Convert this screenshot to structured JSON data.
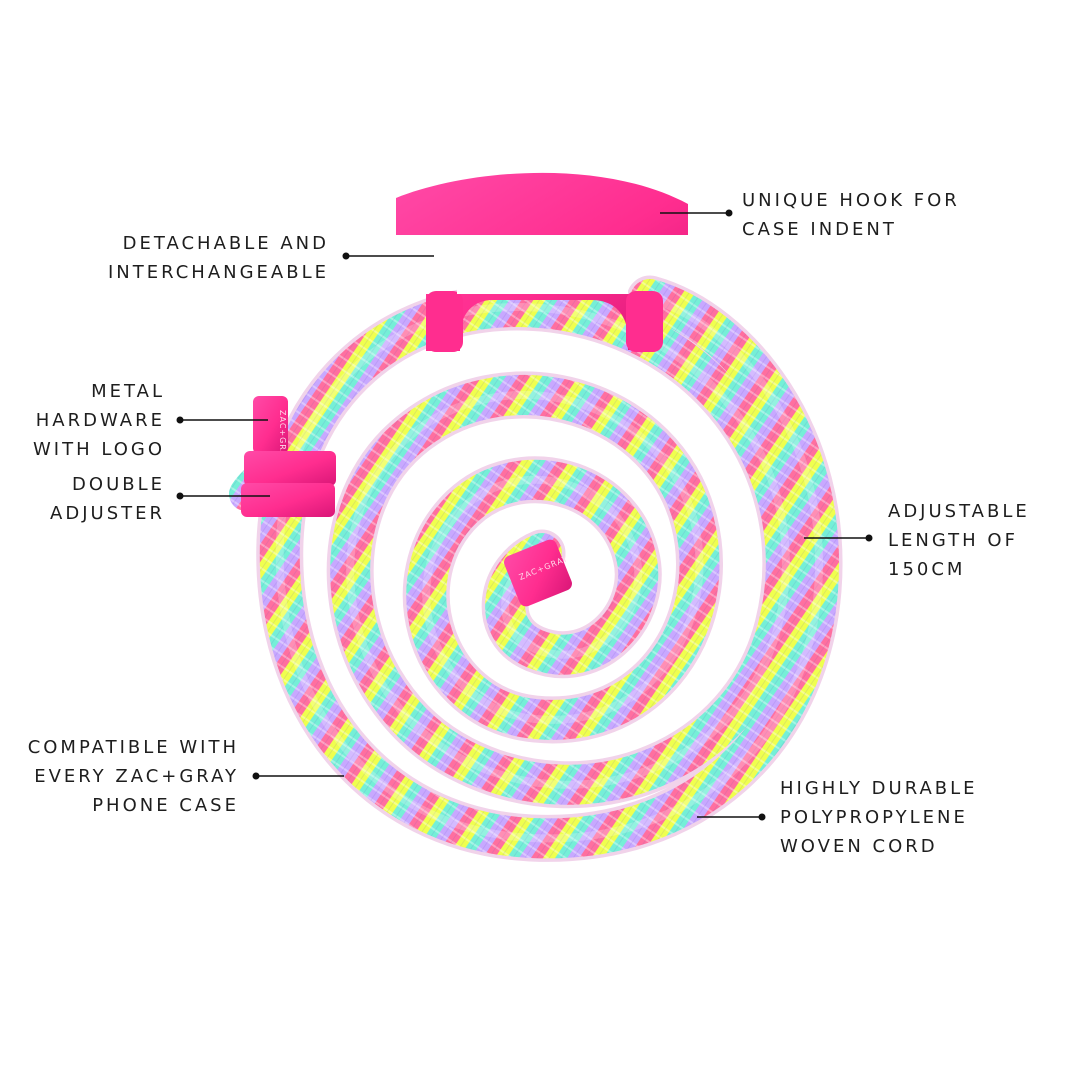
{
  "callouts": {
    "detachable": [
      "DETACHABLE AND",
      "INTERCHANGEABLE"
    ],
    "hook": [
      "UNIQUE HOOK FOR",
      "CASE INDENT"
    ],
    "metal": [
      "METAL",
      "HARDWARE",
      "WITH LOGO"
    ],
    "double": [
      "DOUBLE",
      "ADJUSTER"
    ],
    "adjustable": [
      "ADJUSTABLE",
      "LENGTH OF",
      "150CM"
    ],
    "compatible": [
      "COMPATIBLE WITH",
      "EVERY ZAC+GRAY",
      "PHONE CASE"
    ],
    "durable": [
      "HIGHLY DURABLE",
      "POLYPROPYLENE",
      "WOVEN CORD"
    ]
  },
  "brand_mark": "ZAC+GRAY",
  "colors": {
    "hardware_pink": "#ff2d8f",
    "cord_pink": "#ff6f9f",
    "cord_yellow": "#efff4e",
    "cord_mint": "#75efd7",
    "cord_lavender": "#c8a8ff",
    "line": "#111111"
  }
}
